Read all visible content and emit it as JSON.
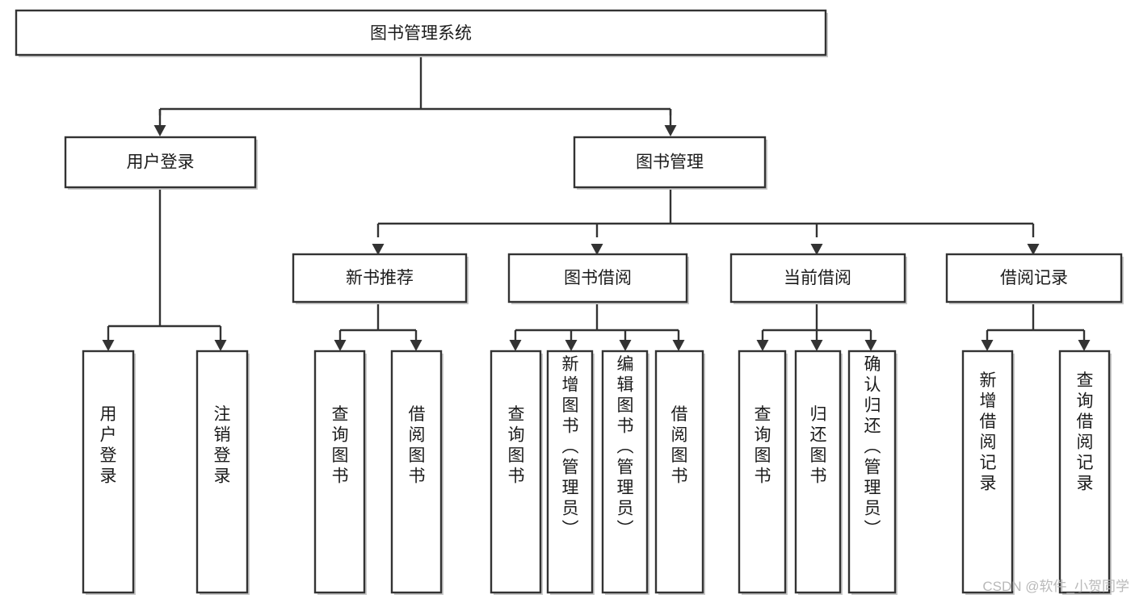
{
  "diagram": {
    "title": "图书管理系统",
    "type": "tree-hierarchy",
    "root": {
      "id": "root",
      "label": "图书管理系统",
      "orientation": "horizontal"
    },
    "level2": [
      {
        "id": "user-login",
        "label": "用户登录",
        "orientation": "horizontal"
      },
      {
        "id": "book-management",
        "label": "图书管理",
        "orientation": "horizontal"
      }
    ],
    "level3": [
      {
        "id": "new-book-recommend",
        "label": "新书推荐",
        "orientation": "horizontal",
        "parent": "book-management"
      },
      {
        "id": "book-borrow",
        "label": "图书借阅",
        "orientation": "horizontal",
        "parent": "book-management"
      },
      {
        "id": "current-borrow",
        "label": "当前借阅",
        "orientation": "horizontal",
        "parent": "book-management"
      },
      {
        "id": "borrow-record",
        "label": "借阅记录",
        "orientation": "horizontal",
        "parent": "book-management"
      }
    ],
    "leaves": [
      {
        "id": "leaf-user-login",
        "label": "用户登录",
        "orientation": "vertical",
        "parent": "user-login"
      },
      {
        "id": "leaf-logout-login",
        "label": "注销登录",
        "orientation": "vertical",
        "parent": "user-login"
      },
      {
        "id": "leaf-query-books-1",
        "label": "查询图书",
        "orientation": "vertical",
        "parent": "new-book-recommend"
      },
      {
        "id": "leaf-borrow-books-1",
        "label": "借阅图书",
        "orientation": "vertical",
        "parent": "new-book-recommend"
      },
      {
        "id": "leaf-query-books-2",
        "label": "查询图书",
        "orientation": "vertical",
        "parent": "book-borrow"
      },
      {
        "id": "leaf-add-book",
        "label": "新增图书（管理员）",
        "orientation": "vertical",
        "parent": "book-borrow"
      },
      {
        "id": "leaf-edit-book",
        "label": "编辑图书（管理员）",
        "orientation": "vertical",
        "parent": "book-borrow"
      },
      {
        "id": "leaf-borrow-books-2",
        "label": "借阅图书",
        "orientation": "vertical",
        "parent": "book-borrow"
      },
      {
        "id": "leaf-query-books-3",
        "label": "查询图书",
        "orientation": "vertical",
        "parent": "current-borrow"
      },
      {
        "id": "leaf-return-book",
        "label": "归还图书",
        "orientation": "vertical",
        "parent": "current-borrow"
      },
      {
        "id": "leaf-confirm-return",
        "label": "确认归还（管理员）",
        "orientation": "vertical",
        "parent": "current-borrow"
      },
      {
        "id": "leaf-add-record",
        "label": "新增借阅记录",
        "orientation": "vertical",
        "parent": "borrow-record"
      },
      {
        "id": "leaf-query-record",
        "label": "查询借阅记录",
        "orientation": "vertical",
        "parent": "borrow-record"
      }
    ],
    "colors": {
      "box_stroke": "#333333",
      "box_fill": "#ffffff",
      "connector": "#333333",
      "text": "#1b1b1b",
      "background": "#ffffff",
      "watermark": "#b9b9b9"
    }
  },
  "watermark": {
    "text": "CSDN @软件_小贺同学"
  }
}
